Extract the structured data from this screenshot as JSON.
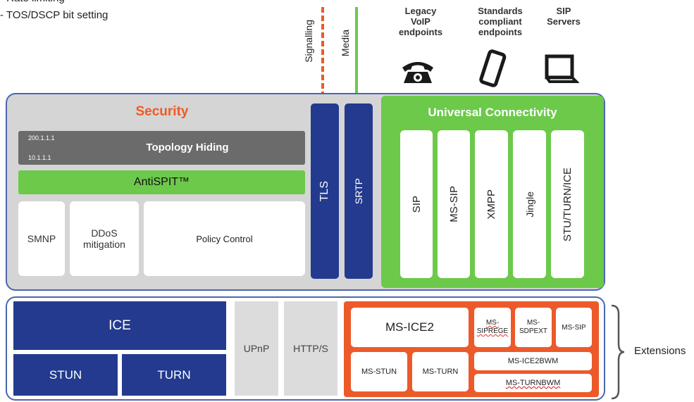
{
  "bullets": [
    "- Rate limiting",
    "- TOS/DSCP bit setting"
  ],
  "lines": {
    "signalling": "Signalling",
    "media": "Media"
  },
  "endpoints": [
    {
      "label": "Legacy\nVoIP\nendpoints",
      "icon": "phone-icon"
    },
    {
      "label": "Standards\ncompliant\nendpoints",
      "icon": "smartphone-icon"
    },
    {
      "label": "SIP\nServers",
      "icon": "monitor-icon"
    }
  ],
  "security": {
    "title": "Security",
    "topology": {
      "label": "Topology Hiding",
      "ip1": "200.1.1.1",
      "ip2": "10.1.1.1"
    },
    "antispit": "AntiSPIT™",
    "smnp": "SMNP",
    "ddos": "DDoS\nmitigation",
    "policy": "Policy Control"
  },
  "tls": "TLS",
  "srtp": "SRTP",
  "connectivity": {
    "title": "Universal Connectivity",
    "protocols": [
      "SIP",
      "MS-SIP",
      "XMPP",
      "Jingle",
      "STU/TURN/ICE"
    ]
  },
  "bottom": {
    "ice": "ICE",
    "stun": "STUN",
    "turn": "TURN",
    "upnp": "UPnP",
    "https": "HTTP/S",
    "ms_ice2": "MS-ICE2",
    "ms_siprege": "MS-\nSIPREGE",
    "ms_sdpext": "MS-\nSDPEXT",
    "ms_sip": "MS-SIP",
    "ms_stun": "MS-STUN",
    "ms_turn": "MS-TURN",
    "ms_ice2bwm": "MS-ICE2BWM",
    "ms_turnbwm": "MS-TURNBWM"
  },
  "extensions": "Extensions",
  "colors": {
    "navy": "#233a8e",
    "green": "#6cc94a",
    "orange": "#ec5a2a",
    "security_orange": "#ee5a24",
    "frame_blue": "#4a67b0",
    "grey": "#d5d5d5",
    "dark_grey": "#6b6b6b"
  }
}
